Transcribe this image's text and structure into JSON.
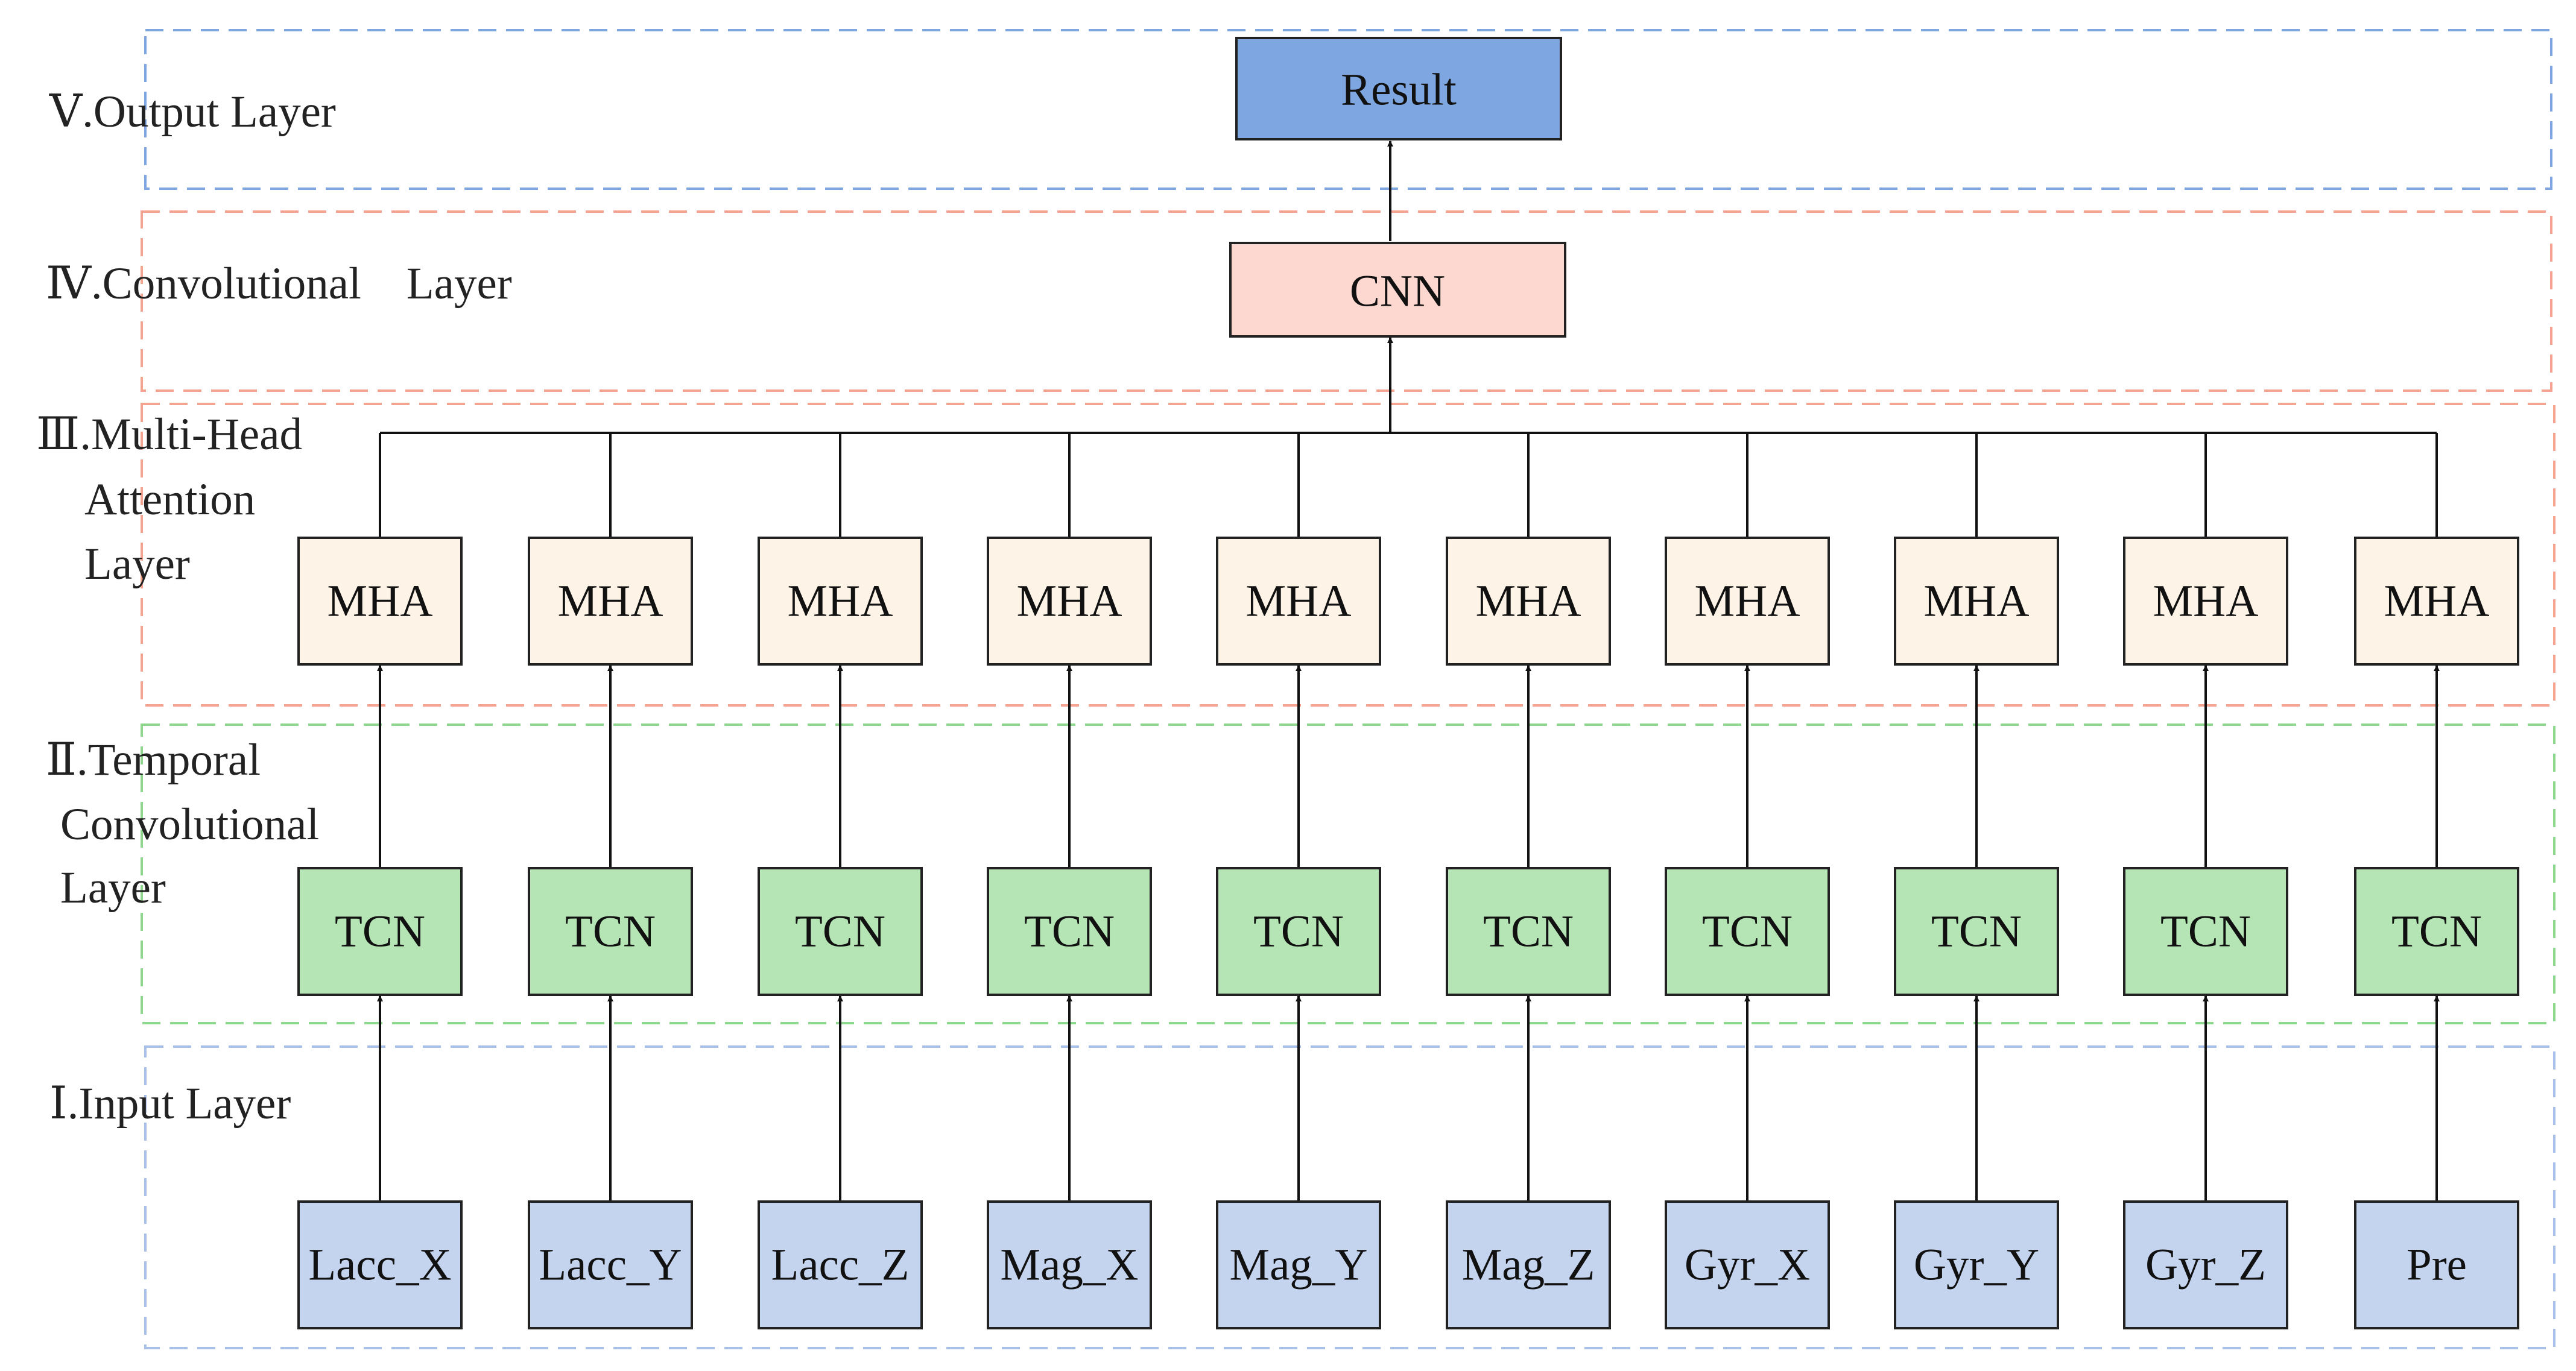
{
  "layers": {
    "output": "Ⅴ.Output Layer",
    "convolutional": "Ⅳ.Convolutional    Layer",
    "attention": [
      "Ⅲ.Multi-Head",
      "Attention",
      "Layer"
    ],
    "temporal": [
      "Ⅱ.Temporal",
      "Convolutional",
      "Layer"
    ],
    "input": "Ⅰ.Input Layer"
  },
  "result_label": "Result",
  "cnn_label": "CNN",
  "mha_label": "MHA",
  "tcn_label": "TCN",
  "inputs": [
    "Lacc_X",
    "Lacc_Y",
    "Lacc_Z",
    "Mag_X",
    "Mag_Y",
    "Mag_Z",
    "Gyr_X",
    "Gyr_Y",
    "Gyr_Z",
    "Pre"
  ],
  "colors": {
    "result": "#7ea6e0",
    "cnn": "#fcd8d0",
    "mha": "#fdf3e7",
    "tcn": "#b5e5b5",
    "input": "#c5d4ee",
    "frame_output": "#7ea6e0",
    "frame_conv": "#f4a490",
    "frame_attention": "#f4a490",
    "frame_temporal": "#8fd68f",
    "frame_input": "#a9c0e8"
  }
}
